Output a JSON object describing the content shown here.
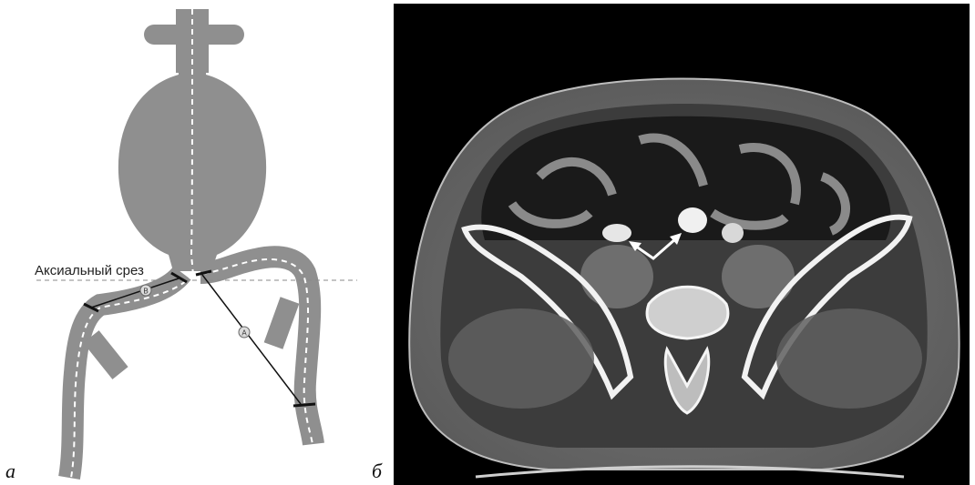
{
  "panel_a": {
    "letter": "а",
    "axial_label": "Аксиальный срез",
    "marker_a": "A",
    "marker_b": "B"
  },
  "panel_b": {
    "letter": "б"
  },
  "colors": {
    "vessel_gray": "#8f8f8f",
    "background": "#ffffff",
    "ct_background": "#000000",
    "arrow": "#ffffff"
  },
  "icons": [
    "schematic-aneurysm",
    "ct-axial-slice",
    "double-arrow-icon"
  ]
}
